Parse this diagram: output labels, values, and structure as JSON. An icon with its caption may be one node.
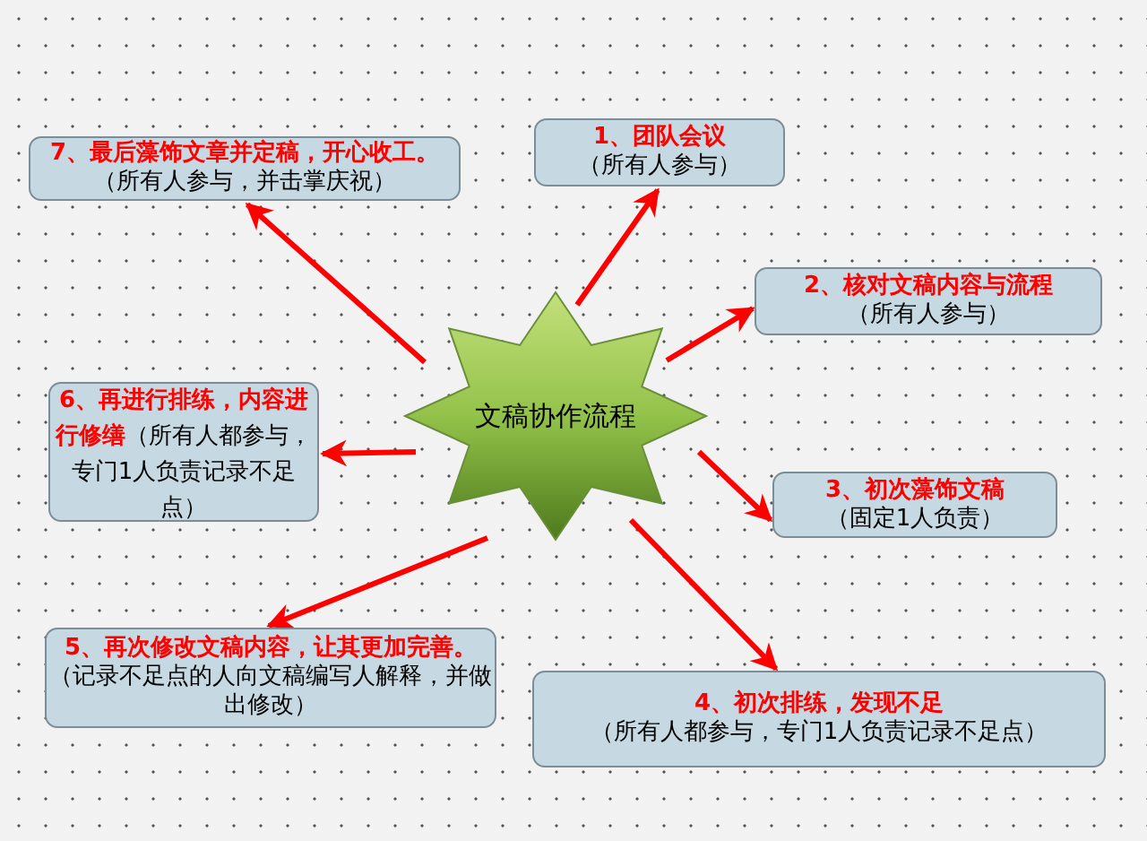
{
  "diagram": {
    "nodes": [
      {
        "text": [
          "文稿协作流程"
        ]
      },
      {
        "text": [
          "1、团队会议",
          "（所有人参与）"
        ]
      },
      {
        "text": [
          "2、核对文稿内容与流程",
          "（所有人参与）"
        ]
      },
      {
        "text": [
          "3、初次藻饰文稿",
          "（固定1人负责）"
        ]
      },
      {
        "text": [
          "4、初次排练，发现不足",
          "（所有人都参与，专门1人负责记录不足点）"
        ]
      },
      {
        "text": [
          "5、再次修改文稿内容，让其更加完善。",
          "（记录不足点的人向文稿编写人解释，并做出修改）"
        ]
      },
      {
        "text": [
          "6、再进行排练，内容进行修缮",
          "（所有人都参与，专门1人负责记录不足点）"
        ]
      },
      {
        "text": [
          "7、最后藻饰文章并定稿，开心收工。",
          "（所有人参与，并击掌庆祝）"
        ]
      }
    ],
    "edges": [
      {
        "from": 0,
        "to": 1,
        "arrow": "to"
      },
      {
        "from": 0,
        "to": 2,
        "arrow": "to"
      },
      {
        "from": 0,
        "to": 3,
        "arrow": "to"
      },
      {
        "from": 0,
        "to": 4,
        "arrow": "to"
      },
      {
        "from": 0,
        "to": 5,
        "arrow": "to"
      },
      {
        "from": 0,
        "to": 6,
        "arrow": "to"
      },
      {
        "from": 0,
        "to": 7,
        "arrow": "to"
      }
    ]
  }
}
